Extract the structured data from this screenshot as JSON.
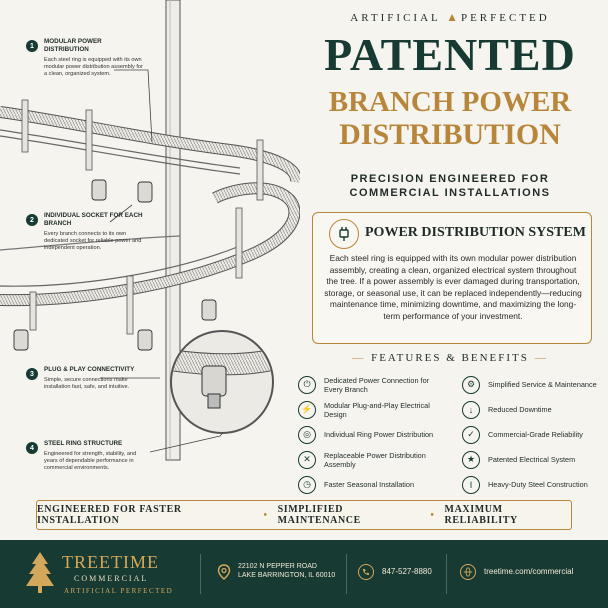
{
  "callouts": [
    {
      "num": "1",
      "title": "Modular Power Distribution",
      "body": "Each steel ring is equipped with its own modular power distribution assembly for a clean, organized system."
    },
    {
      "num": "2",
      "title": "Individual Socket For Each Branch",
      "body": "Every branch connects to its own dedicated socket for reliable power and independent operation."
    },
    {
      "num": "3",
      "title": "Plug & Play Connectivity",
      "body": "Simple, secure connections make installation fast, safe, and intuitive."
    },
    {
      "num": "4",
      "title": "Steel Ring Structure",
      "body": "Engineered for strength, stability, and years of dependable performance in commercial environments."
    }
  ],
  "header": {
    "brand_left": "ARTIFICIAL",
    "brand_right": "PERFECTED",
    "title": "PATENTED",
    "subtitle_line1": "BRANCH POWER",
    "subtitle_line2": "DISTRIBUTION",
    "tagline_line1": "PRECISION ENGINEERED FOR",
    "tagline_line2": "COMMERCIAL INSTALLATIONS"
  },
  "system": {
    "title": "POWER DISTRIBUTION SYSTEM",
    "body": "Each steel ring is equipped with its own modular power distribution assembly, creating a clean, organized electrical system throughout the tree. If a power assembly is ever damaged during transportation, storage, or seasonal use, it can be replaced independently—reducing maintenance time, minimizing downtime, and maximizing the long-term performance of your investment."
  },
  "features": {
    "title": "FEATURES & BENEFITS",
    "left": [
      {
        "icon": "plug-icon",
        "label": "Dedicated Power Connection for Every Branch"
      },
      {
        "icon": "plug-in-icon",
        "label": "Modular Plug-and-Play Electrical Design"
      },
      {
        "icon": "ring-icon",
        "label": "Individual Ring Power Distribution"
      },
      {
        "icon": "tools-icon",
        "label": "Replaceable Power Distribution Assembly"
      },
      {
        "icon": "stopwatch-icon",
        "label": "Faster Seasonal Installation"
      }
    ],
    "right": [
      {
        "icon": "gear-icon",
        "label": "Simplified Service & Maintenance"
      },
      {
        "icon": "clock-down-icon",
        "label": "Reduced Downtime"
      },
      {
        "icon": "shield-icon",
        "label": "Commercial-Grade Reliability"
      },
      {
        "icon": "patent-badge-icon",
        "label": "Patented Electrical System"
      },
      {
        "icon": "steel-beam-icon",
        "label": "Heavy-Duty Steel Construction"
      }
    ]
  },
  "banner": [
    "ENGINEERED FOR FASTER INSTALLATION",
    "SIMPLIFIED MAINTENANCE",
    "MAXIMUM RELIABILITY"
  ],
  "footer": {
    "logo_name": "TREETIME",
    "logo_commercial": "COMMERCIAL",
    "logo_tagline": "ARTIFICIAL PERFECTED",
    "address_line1": "22102 N PEPPER ROAD",
    "address_line2": "LAKE BARRINGTON, IL 60010",
    "phone": "847-527-8880",
    "website": "treetime.com/commercial"
  },
  "colors": {
    "forest": "#173a32",
    "gold": "#b8863a",
    "background": "#f6f4ef"
  }
}
